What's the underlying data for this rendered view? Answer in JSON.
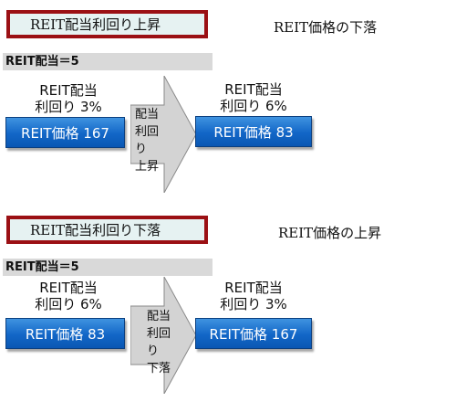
{
  "scenario_up": {
    "title": "REIT配当利回り上昇",
    "caption": "REIT価格の下落",
    "dividend": "REIT配当＝5",
    "before": {
      "yield_line1": "REIT配当",
      "yield_line2": "利回り 3%",
      "price": "REIT価格 167"
    },
    "arrow": [
      "配当",
      "利回り",
      "上昇"
    ],
    "after": {
      "yield_line1": "REIT配当",
      "yield_line2": "利回り 6%",
      "price": "REIT価格 83"
    }
  },
  "scenario_down": {
    "title": "REIT配当利回り下落",
    "caption": "REIT価格の上昇",
    "dividend": "REIT配当＝5",
    "before": {
      "yield_line1": "REIT配当",
      "yield_line2": "利回り 6%",
      "price": "REIT価格 83"
    },
    "arrow": [
      "配当",
      "利回り",
      "下落"
    ],
    "after": {
      "yield_line1": "REIT配当",
      "yield_line2": "利回り 3%",
      "price": "REIT価格 167"
    }
  },
  "colors": {
    "title_border": "#9b1014",
    "title_fill": "#e6f2f2",
    "price_button": "#1266c7",
    "arrow_fill": "#d3d3d3",
    "dividend_bar": "#d9d9d9"
  }
}
